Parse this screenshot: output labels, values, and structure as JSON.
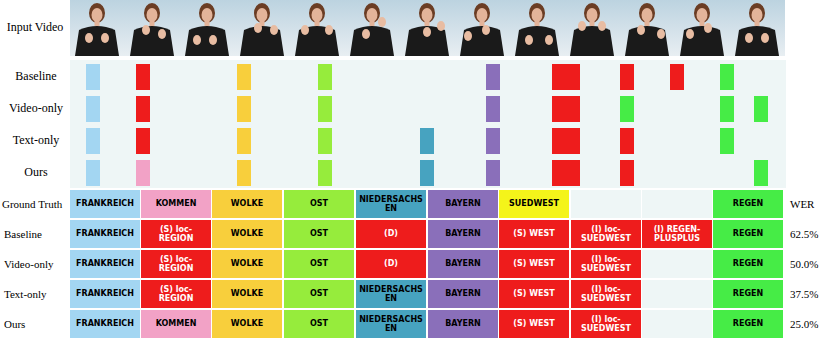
{
  "diagram": {
    "nodes": [
      {
        "text": [
          "FRANKREICH"
        ]
      },
      {
        "text": [
          "KOMMEN"
        ]
      },
      {
        "text": [
          "WOLKE"
        ]
      },
      {
        "text": [
          "OST"
        ]
      },
      {
        "text": [
          "NIEDERSACHSEN"
        ]
      },
      {
        "text": [
          "BAYERN"
        ]
      },
      {
        "text": [
          "SUEDWEST"
        ]
      },
      {
        "text": [
          "REGEN"
        ]
      },
      {
        "text": [
          "FRANKREICH"
        ]
      },
      {
        "text": [
          "(S) loc-REGION"
        ]
      },
      {
        "text": [
          "WOLKE"
        ]
      },
      {
        "text": [
          "OST"
        ]
      },
      {
        "text": [
          "(D)"
        ]
      },
      {
        "text": [
          "BAYERN"
        ]
      },
      {
        "text": [
          "(S) WEST"
        ]
      },
      {
        "text": [
          "(I) loc-SUEDWEST"
        ]
      },
      {
        "text": [
          "(I) REGEN-PLUSPLUS"
        ]
      },
      {
        "text": [
          "REGEN"
        ]
      },
      {
        "text": [
          "FRANKREICH"
        ]
      },
      {
        "text": [
          "(S) loc-REGION"
        ]
      },
      {
        "text": [
          "WOLKE"
        ]
      },
      {
        "text": [
          "OST"
        ]
      },
      {
        "text": [
          "(D)"
        ]
      },
      {
        "text": [
          "BAYERN"
        ]
      },
      {
        "text": [
          "(S) WEST"
        ]
      },
      {
        "text": [
          "(I) loc-SUEDWEST"
        ]
      },
      {
        "text": [
          "REGEN"
        ]
      },
      {
        "text": [
          "FRANKREICH"
        ]
      },
      {
        "text": [
          "(S) loc-REGION"
        ]
      },
      {
        "text": [
          "WOLKE"
        ]
      },
      {
        "text": [
          "OST"
        ]
      },
      {
        "text": [
          "NIEDERSACHSEN"
        ]
      },
      {
        "text": [
          "BAYERN"
        ]
      },
      {
        "text": [
          "(S) WEST"
        ]
      },
      {
        "text": [
          "(I) loc-SUEDWEST"
        ]
      },
      {
        "text": [
          "REGEN"
        ]
      },
      {
        "text": [
          "FRANKREICH"
        ]
      },
      {
        "text": [
          "KOMMEN"
        ]
      },
      {
        "text": [
          "WOLKE"
        ]
      },
      {
        "text": [
          "OST"
        ]
      },
      {
        "text": [
          "NIEDERSACHSEN"
        ]
      },
      {
        "text": [
          "BAYERN"
        ]
      },
      {
        "text": [
          "(S) WEST"
        ]
      },
      {
        "text": [
          "(I) loc-SUEDWEST"
        ]
      },
      {
        "text": [
          "REGEN"
        ]
      }
    ],
    "labels": [
      "Input Video",
      "Baseline",
      "Video-only",
      "Text-only",
      "Ours",
      "Ground Truth",
      "WER",
      "Baseline",
      "62.5%",
      "Video-only",
      "50.0%",
      "Text-only",
      "37.5%",
      "Ours",
      "25.0%"
    ]
  }
}
